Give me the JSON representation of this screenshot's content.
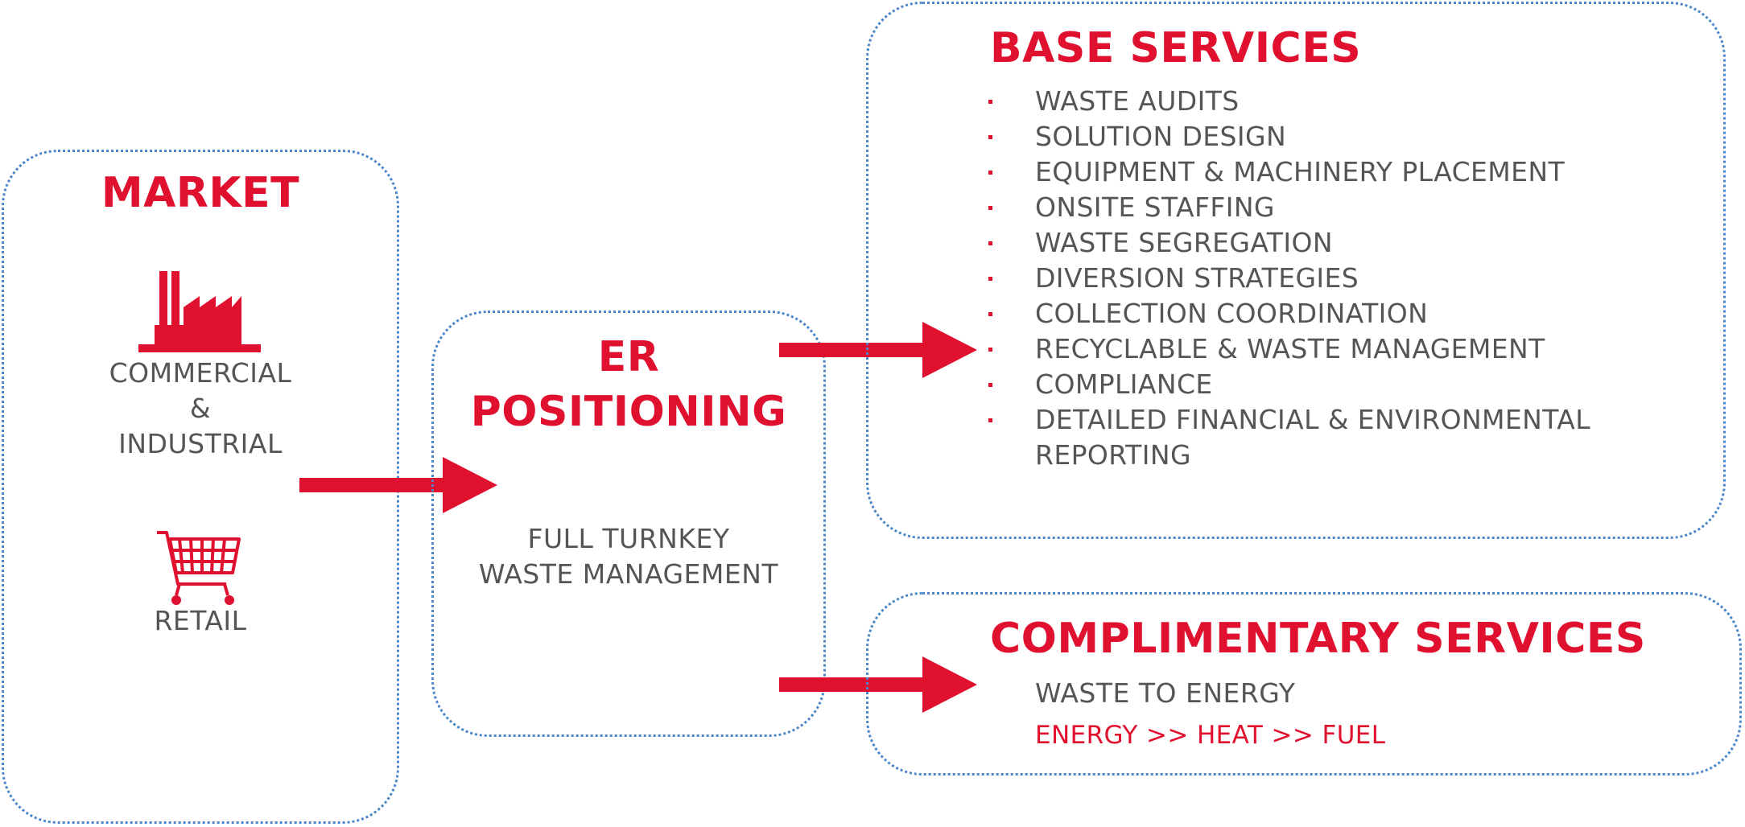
{
  "market": {
    "title": "MARKET",
    "commercial_icon": "factory-icon",
    "commercial_lines": [
      "COMMERCIAL",
      "&",
      "INDUSTRIAL"
    ],
    "retail_icon": "shopping-cart-icon",
    "retail_label": "RETAIL"
  },
  "er": {
    "title_line1": "ER",
    "title_line2": "POSITIONING",
    "subtitle_line1": "FULL TURNKEY",
    "subtitle_line2": "WASTE MANAGEMENT"
  },
  "base": {
    "title": "BASE SERVICES",
    "items": [
      "WASTE AUDITS",
      "SOLUTION DESIGN",
      "EQUIPMENT & MACHINERY PLACEMENT",
      "ONSITE STAFFING",
      "WASTE SEGREGATION",
      "DIVERSION STRATEGIES",
      "COLLECTION COORDINATION",
      "RECYCLABLE & WASTE MANAGEMENT",
      "COMPLIANCE",
      "DETAILED FINANCIAL & ENVIRONMENTAL REPORTING"
    ],
    "last_item_line1": "DETAILED FINANCIAL & ENVIRONMENTAL",
    "last_item_line2": "REPORTING"
  },
  "complimentary": {
    "title": "COMPLIMENTARY SERVICES",
    "line1": "WASTE TO ENERGY",
    "line2": "ENERGY >> HEAT >> FUEL"
  },
  "colors": {
    "accent": "#e0102f",
    "text": "#555555",
    "border": "#4a86c8"
  }
}
